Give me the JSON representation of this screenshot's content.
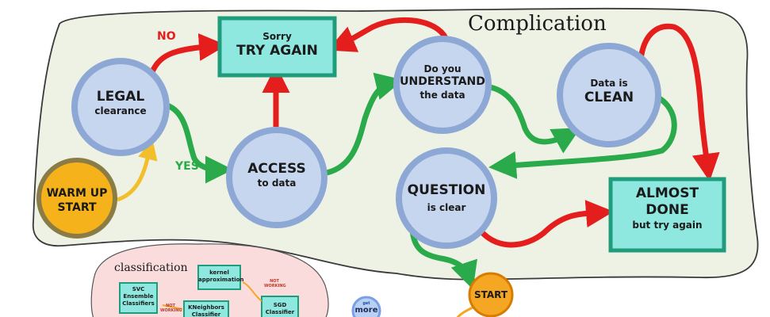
{
  "diagram": {
    "title": "Complication",
    "nodes": {
      "warm_up": {
        "line1": "WARM UP",
        "line2": "START"
      },
      "legal": {
        "line1": "LEGAL",
        "line2": "clearance"
      },
      "access": {
        "line1": "ACCESS",
        "line2": "to data"
      },
      "sorry": {
        "line1": "Sorry",
        "line2": "TRY AGAIN"
      },
      "understand": {
        "line1": "Do you",
        "line2": "UNDERSTAND",
        "line3": "the data"
      },
      "clean": {
        "line1": "Data is",
        "line2": "CLEAN"
      },
      "question": {
        "line1": "QUESTION",
        "line2": "is clear"
      },
      "almost_done": {
        "line1": "ALMOST",
        "line2": "DONE",
        "line3": "but try again"
      },
      "start": {
        "label": "START"
      }
    },
    "edge_labels": {
      "no": "NO",
      "yes": "YES"
    },
    "colors": {
      "region_fill": "#eef2e4",
      "circle_fill": "#c6d6ef",
      "circle_ring": "#8ea8d6",
      "box_fill": "#8fe8e0",
      "box_border": "#1f9c7c",
      "warm_fill": "#f5b21a",
      "warm_ring": "#8a7c44",
      "arrow_red": "#e41d1d",
      "arrow_green": "#2aaa4a",
      "arrow_yellow": "#f2bf2a",
      "arrow_orange": "#f5a623"
    },
    "sub_diagram": {
      "title": "classification",
      "boxes": {
        "svc": "SVC Ensemble Classifiers",
        "kernel": "kernel approximation",
        "kneighbors": "KNeighbors Classifier",
        "sgd": "SGD Classifier"
      },
      "not_working": "NOT WORKING",
      "bubble_small": "get",
      "bubble": "more"
    }
  }
}
